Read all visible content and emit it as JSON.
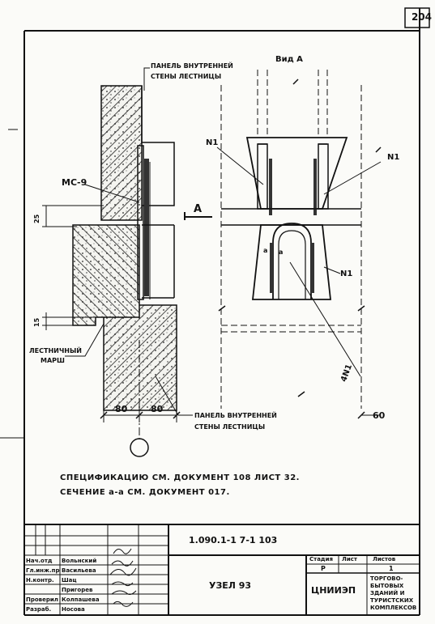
{
  "sheet_number": "204",
  "view_title": "Вид А",
  "labels": {
    "panel_top_l1": "ПАНЕЛЬ ВНУТРЕННЕЙ",
    "panel_top_l2": "СТЕНЫ ЛЕСТНИЦЫ",
    "panel_bottom_l1": "ПАНЕЛЬ ВНУТРЕННЕЙ",
    "panel_bottom_l2": "СТЕНЫ ЛЕСТНИЦЫ",
    "mc9": "МС-9",
    "section_a": "А",
    "stair_l1": "ЛЕСТНИЧНЫЙ",
    "stair_l2": "МАРШ",
    "n1_left": "N1",
    "n1_right": "N1",
    "n1_mid": "N1",
    "n1_diag": "4N1",
    "a_left": "а",
    "a_right": "а"
  },
  "dims": {
    "d25": "25",
    "d15": "15",
    "d80a": "80",
    "d80b": "80",
    "d60": "60"
  },
  "notes": {
    "line1": "СПЕЦИФИКАЦИЮ СМ. ДОКУМЕНТ 108 ЛИСТ 32.",
    "line2": "СЕЧЕНИЕ а-а СМ. ДОКУМЕНТ 017."
  },
  "title_block": {
    "doc_code": "1.090.1-1    7-1    103",
    "title": "УЗЕЛ 93",
    "stage_header": "Стадия",
    "sheet_header": "Лист",
    "sheets_header": "Листов",
    "stage_value": "Р",
    "sheet_value": "1",
    "org": "ЦНИИЭП",
    "org_desc": [
      "ТОРГОВО-",
      "БЫТОВЫХ",
      "ЗДАНИЙ И",
      "ТУРИСТСКИХ",
      "КОМПЛЕКСОВ"
    ],
    "rows": [
      {
        "role": "Нач.отд",
        "name": "Вольнский"
      },
      {
        "role": "Гл.инж.пр",
        "name": "Васильева"
      },
      {
        "role": "Н.контр.",
        "name": "Шац"
      },
      {
        "role": "",
        "name": "Пригорев"
      },
      {
        "role": "Проверил",
        "name": "Колпашева"
      },
      {
        "role": "Разраб.",
        "name": "Носова"
      }
    ]
  }
}
